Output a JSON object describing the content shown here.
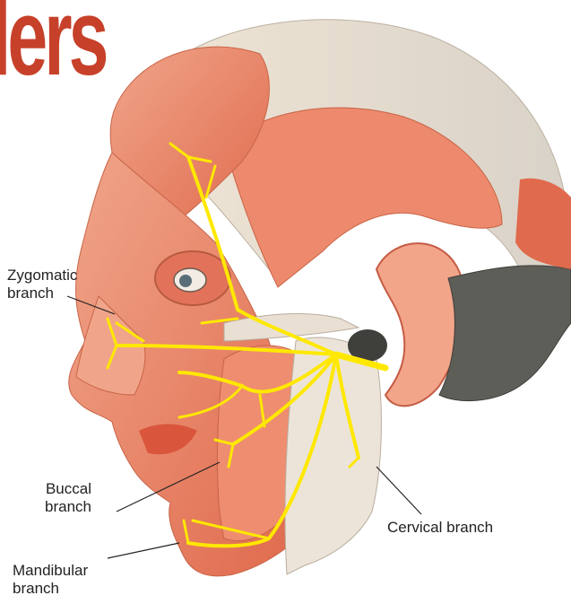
{
  "header": {
    "title_fragment": "lers"
  },
  "labels": {
    "zygomatic": "Zygomatic\nbranch",
    "buccal": "Buccal\nbranch",
    "cervical": "Cervical branch",
    "mandibular": "Mandibular\nbranch"
  },
  "colors": {
    "title": "#c7412a",
    "nerve": "#ffe800",
    "muscle": "#e8785c",
    "skull": "#e8dfd3",
    "occiput": "#5b5b55",
    "leader_line": "#222222"
  }
}
